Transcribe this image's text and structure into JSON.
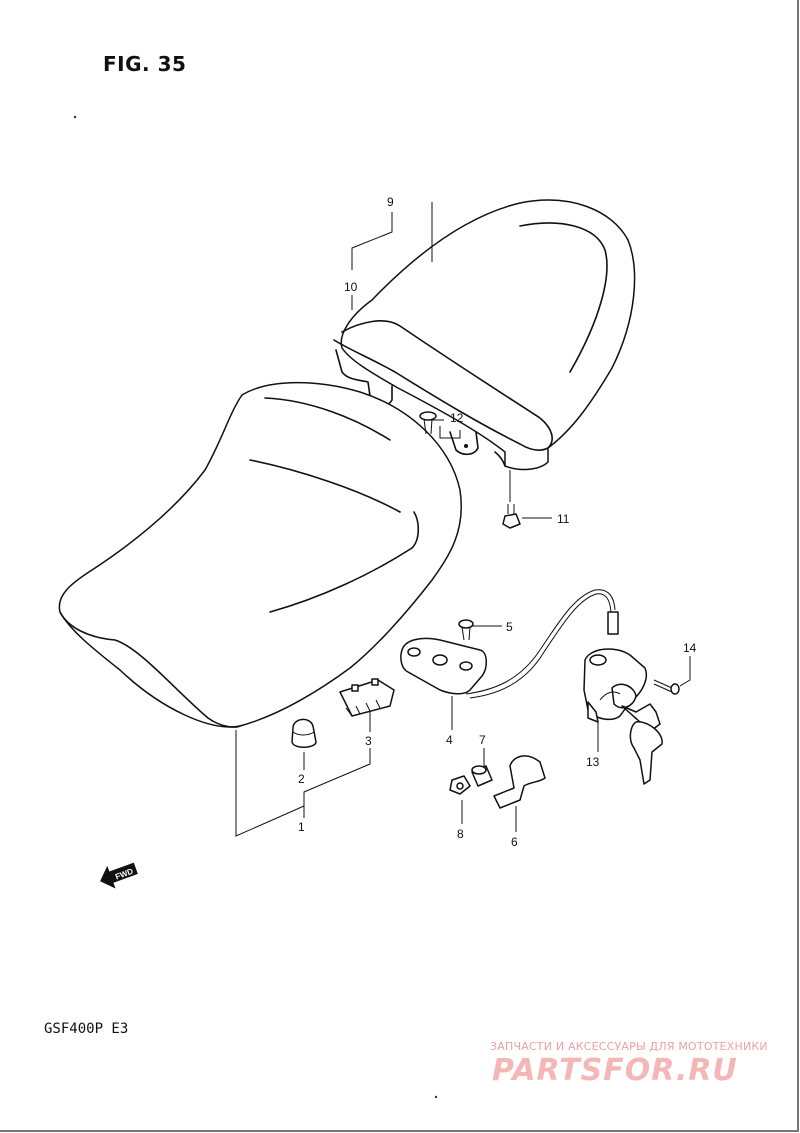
{
  "figure": {
    "title": "FIG. 35",
    "model": "GSF400P E3",
    "fwd_label": "FWD"
  },
  "callouts": [
    "1",
    "2",
    "3",
    "4",
    "5",
    "6",
    "7",
    "8",
    "9",
    "10",
    "11",
    "12",
    "13",
    "14"
  ],
  "watermark": {
    "tagline": "ЗАПЧАСТИ И АКСЕССУАРЫ ДЛЯ МОТОТЕХНИКИ",
    "logo": "PARTSFOR.RU",
    "color": "#f5b6b6"
  }
}
